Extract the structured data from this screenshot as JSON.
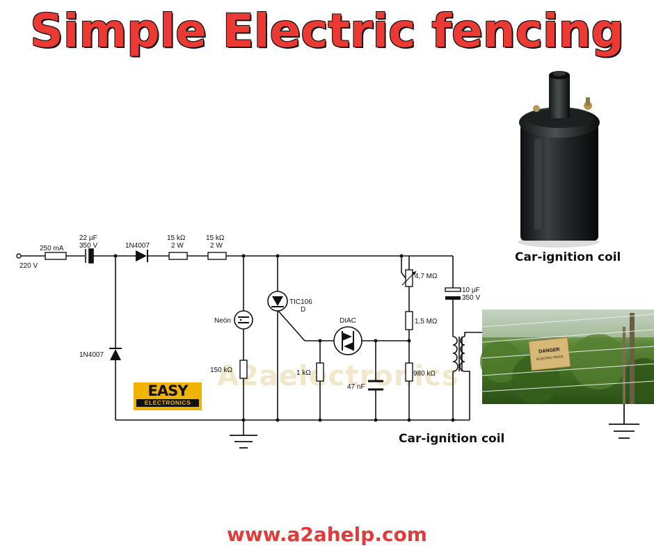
{
  "header": {
    "title": "Simple Electric fencing"
  },
  "footer": {
    "url": "www.a2ahelp.com"
  },
  "logo": {
    "line1": "EASY",
    "line2": "ELECTRONICS"
  },
  "watermark": "A2aelectronics",
  "captions": {
    "coil_photo": "Car-ignition coil",
    "transformer": "Car-ignition coil"
  },
  "components": {
    "input_voltage": "220 V",
    "fuse": "250 mA",
    "cap_input_value": "22 µF",
    "cap_input_voltage": "350 V",
    "diode_series": "1N4007",
    "res1_value": "15 kΩ",
    "res1_power": "2 W",
    "res2_value": "15 kΩ",
    "res2_power": "2 W",
    "diode_shunt": "1N4007",
    "neon": "Neón",
    "res_neon": "150 kΩ",
    "thyristor": "TIC106",
    "thyristor_suffix": "D",
    "diac": "DIAC",
    "res_gate": "1 kΩ",
    "cap_timing": "47 nF",
    "pot": "4,7 MΩ",
    "res_mid": "1,5 MΩ",
    "res_bottom": "980 kΩ",
    "cap_output_value": "10 µF",
    "cap_output_voltage": "350 V"
  },
  "fence_sign": "DANGER ELECTRIC FENCE",
  "colors": {
    "title": "#ea3a33",
    "url": "#e23b3b",
    "logo": "#f0b400"
  }
}
